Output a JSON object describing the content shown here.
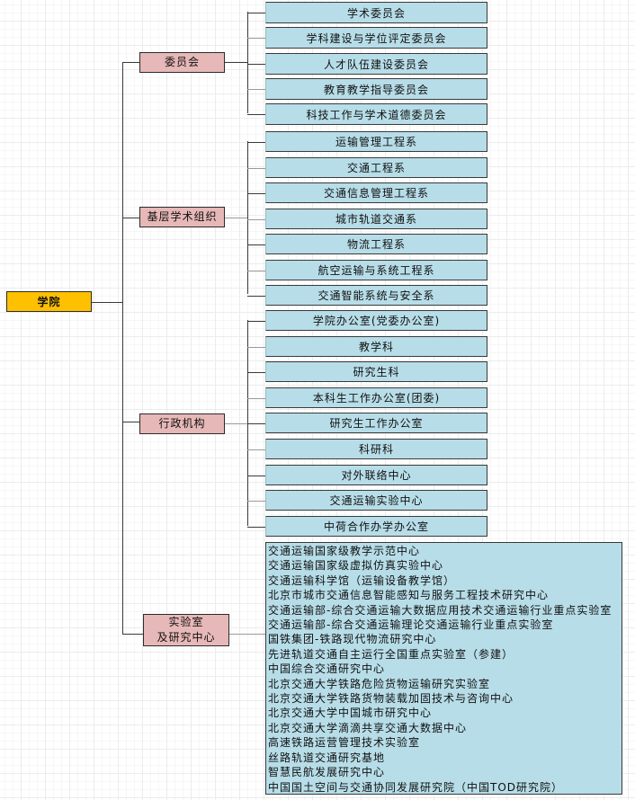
{
  "root": {
    "label": "学院"
  },
  "categories": [
    {
      "label": "委员会"
    },
    {
      "label": "基层学术组织"
    },
    {
      "label": "行政机构"
    },
    {
      "label": "实验室",
      "label2": "及研究中心"
    }
  ],
  "committees": [
    "学术委员会",
    "学科建设与学位评定委员会",
    "人才队伍建设委员会",
    "教育教学指导委员会",
    "科技工作与学术道德委员会"
  ],
  "departments": [
    "运输管理工程系",
    "交通工程系",
    "交通信息管理工程系",
    "城市轨道交通系",
    "物流工程系",
    "航空运输与系统工程系",
    "交通智能系统与安全系"
  ],
  "admin_offices": [
    "学院办公室(党委办公室)",
    "教学科",
    "研究生科",
    "本科生工作办公室(团委)",
    "研究生工作办公室",
    "科研科",
    "对外联络中心",
    "交通运输实验中心",
    "中荷合作办学办公室"
  ],
  "labs": [
    "交通运输国家级教学示范中心",
    "交通运输国家级虚拟仿真实验中心",
    "交通运输科学馆（运输设备教学馆）",
    "北京市城市交通信息智能感知与服务工程技术研究中心",
    "交通运输部-综合交通运输大数据应用技术交通运输行业重点实验室",
    "交通运输部-综合交通运输理论交通运输行业重点实验室",
    "国铁集团-铁路现代物流研究中心",
    "先进轨道交通自主运行全国重点实验室（参建）",
    "中国综合交通研究中心",
    "北京交通大学铁路危险货物运输研究实验室",
    "北京交通大学铁路货物装载加固技术与咨询中心",
    "北京交通大学中国城市研究中心",
    "北京交通大学滴滴共享交通大数据中心",
    "高速铁路运营管理技术实验室",
    "丝路轨道交通研究基地",
    "智慧民航发展研究中心",
    "中国国土空间与交通协同发展研究院（中国TOD研究院）"
  ],
  "colors": {
    "root": "#ffc000",
    "category": "#e6b8b7",
    "leaf": "#b7dde8",
    "line": "#3a3a3a"
  }
}
